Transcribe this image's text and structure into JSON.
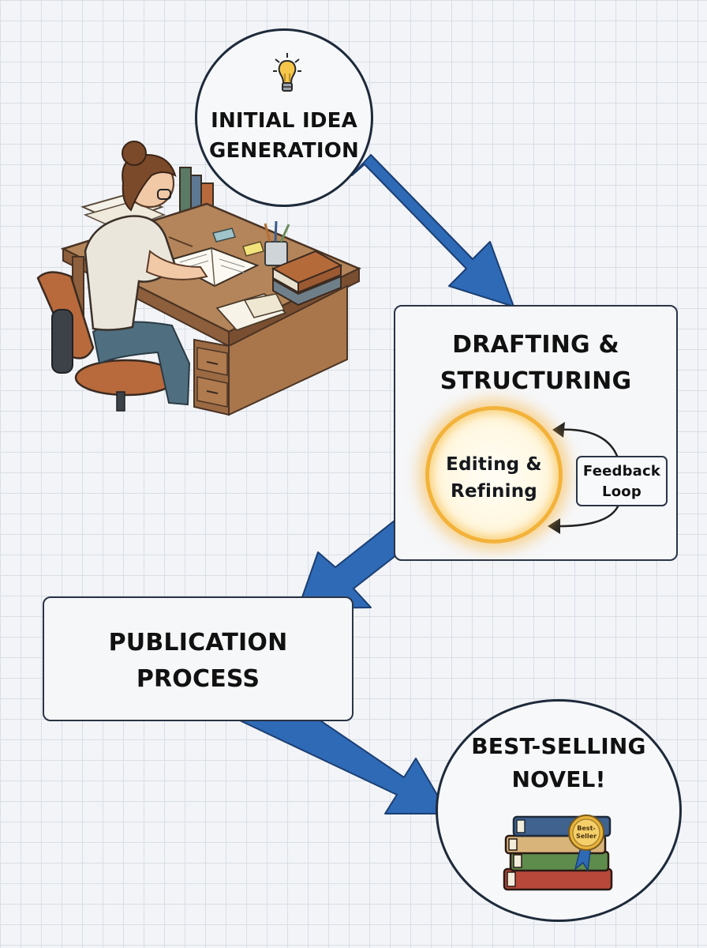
{
  "nodes": {
    "idea": {
      "line1": "INITIAL IDEA",
      "line2": "GENERATION",
      "icon": "lightbulb-icon"
    },
    "draft": {
      "line1": "DRAFTING &",
      "line2": "STRUCTURING"
    },
    "editing": {
      "line1": "Editing &",
      "line2": "Refining"
    },
    "feedback": {
      "line1": "Feedback",
      "line2": "Loop"
    },
    "publication": {
      "line1": "PUBLICATION",
      "line2": "PROCESS"
    },
    "best": {
      "line1": "BEST-SELLING",
      "line2": "NOVEL!",
      "badge_line1": "Best-",
      "badge_line2": "Seller"
    }
  },
  "illustrations": [
    "writer-at-desk-illustration",
    "book-stack-illustration"
  ],
  "colors": {
    "arrow": "#2f6ab6",
    "arrow_outline": "#1b3f73",
    "node_border": "#1e2a3a",
    "glow": "#f3b23a",
    "background": "#f2f4f7",
    "grid": "#d9dee6"
  }
}
